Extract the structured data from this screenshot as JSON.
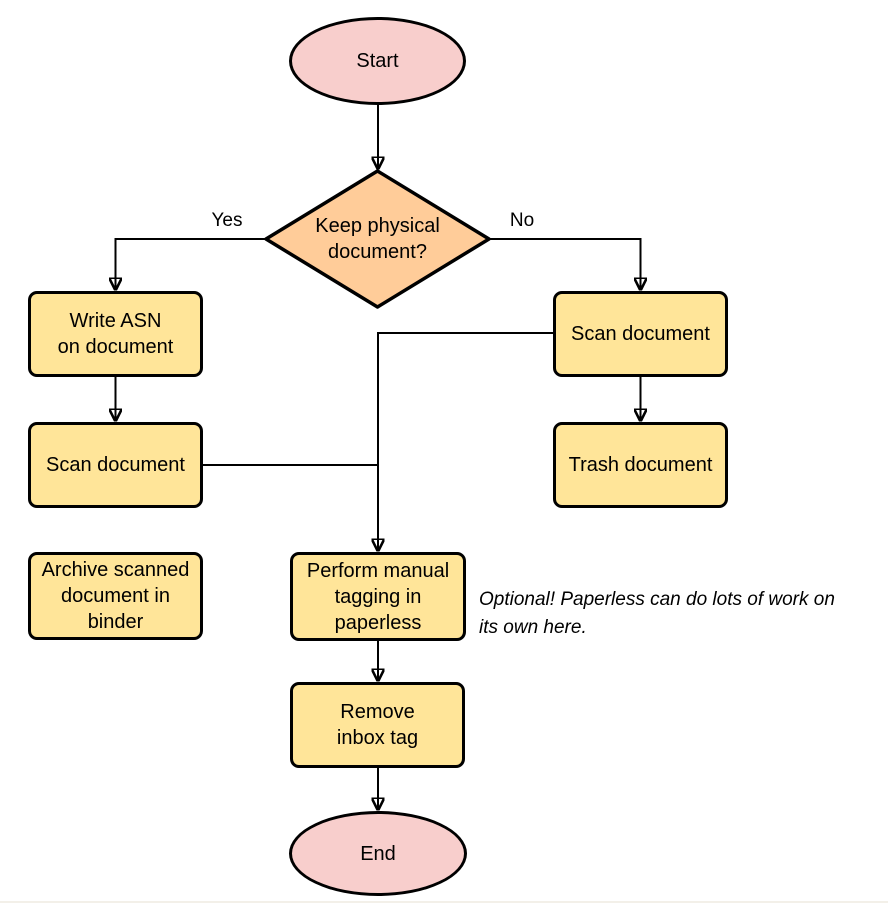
{
  "diagram": {
    "nodes": {
      "start": {
        "type": "terminator",
        "label": "Start"
      },
      "decision": {
        "type": "decision",
        "label": "Keep physical\ndocument?"
      },
      "write_asn": {
        "type": "process",
        "label": "Write ASN\non document"
      },
      "scan_left": {
        "type": "process",
        "label": "Scan document"
      },
      "archive": {
        "type": "process",
        "label": "Archive scanned\ndocument in\nbinder"
      },
      "scan_right": {
        "type": "process",
        "label": "Scan document"
      },
      "trash": {
        "type": "process",
        "label": "Trash document"
      },
      "tagging": {
        "type": "process",
        "label": "Perform manual\ntagging in\npaperless"
      },
      "remove_inbox": {
        "type": "process",
        "label": "Remove\ninbox tag"
      },
      "end": {
        "type": "terminator",
        "label": "End"
      }
    },
    "edges": [
      {
        "from": "start",
        "to": "decision"
      },
      {
        "from": "decision",
        "to": "write_asn",
        "label": "Yes"
      },
      {
        "from": "decision",
        "to": "scan_right",
        "label": "No"
      },
      {
        "from": "write_asn",
        "to": "scan_left"
      },
      {
        "from": "scan_left",
        "to": "tagging"
      },
      {
        "from": "scan_right",
        "to": "tagging"
      },
      {
        "from": "scan_right",
        "to": "trash"
      },
      {
        "from": "tagging",
        "to": "remove_inbox"
      },
      {
        "from": "remove_inbox",
        "to": "end"
      }
    ],
    "annotation": "Optional! Paperless can do lots of work on\nits own here.",
    "colors": {
      "terminator_fill": "#F8CECC",
      "decision_fill": "#FFCC99",
      "process_fill": "#FFE599",
      "line_color": "#000000"
    }
  }
}
